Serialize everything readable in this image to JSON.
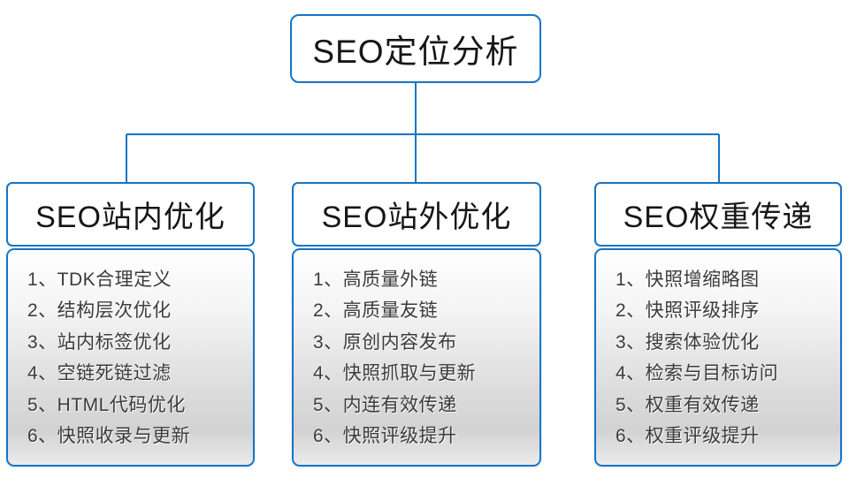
{
  "diagram": {
    "root_node": {
      "label": "SEO定位分析"
    },
    "branches": [
      {
        "title": "SEO站内优化",
        "items": [
          "1、TDK合理定义",
          "2、结构层次优化",
          "3、站内标签优化",
          "4、空链死链过滤",
          "5、HTML代码优化",
          "6、快照收录与更新"
        ]
      },
      {
        "title": "SEO站外优化",
        "items": [
          "1、高质量外链",
          "2、高质量友链",
          "3、原创内容发布",
          "4、快照抓取与更新",
          "5、内连有效传递",
          "6、快照评级提升"
        ]
      },
      {
        "title": "SEO权重传递",
        "items": [
          "1、快照增缩略图",
          "2、快照评级排序",
          "3、搜索体验优化",
          "4、检索与目标访问",
          "5、权重有效传递",
          "6、权重评级提升"
        ]
      }
    ],
    "colors": {
      "accent_blue": "#1674C4",
      "header_text": "#161616",
      "item_text": "#3b3b3b",
      "list_gradient_top": "#ffffff",
      "list_gradient_bottom": "#d2d2d2"
    }
  }
}
